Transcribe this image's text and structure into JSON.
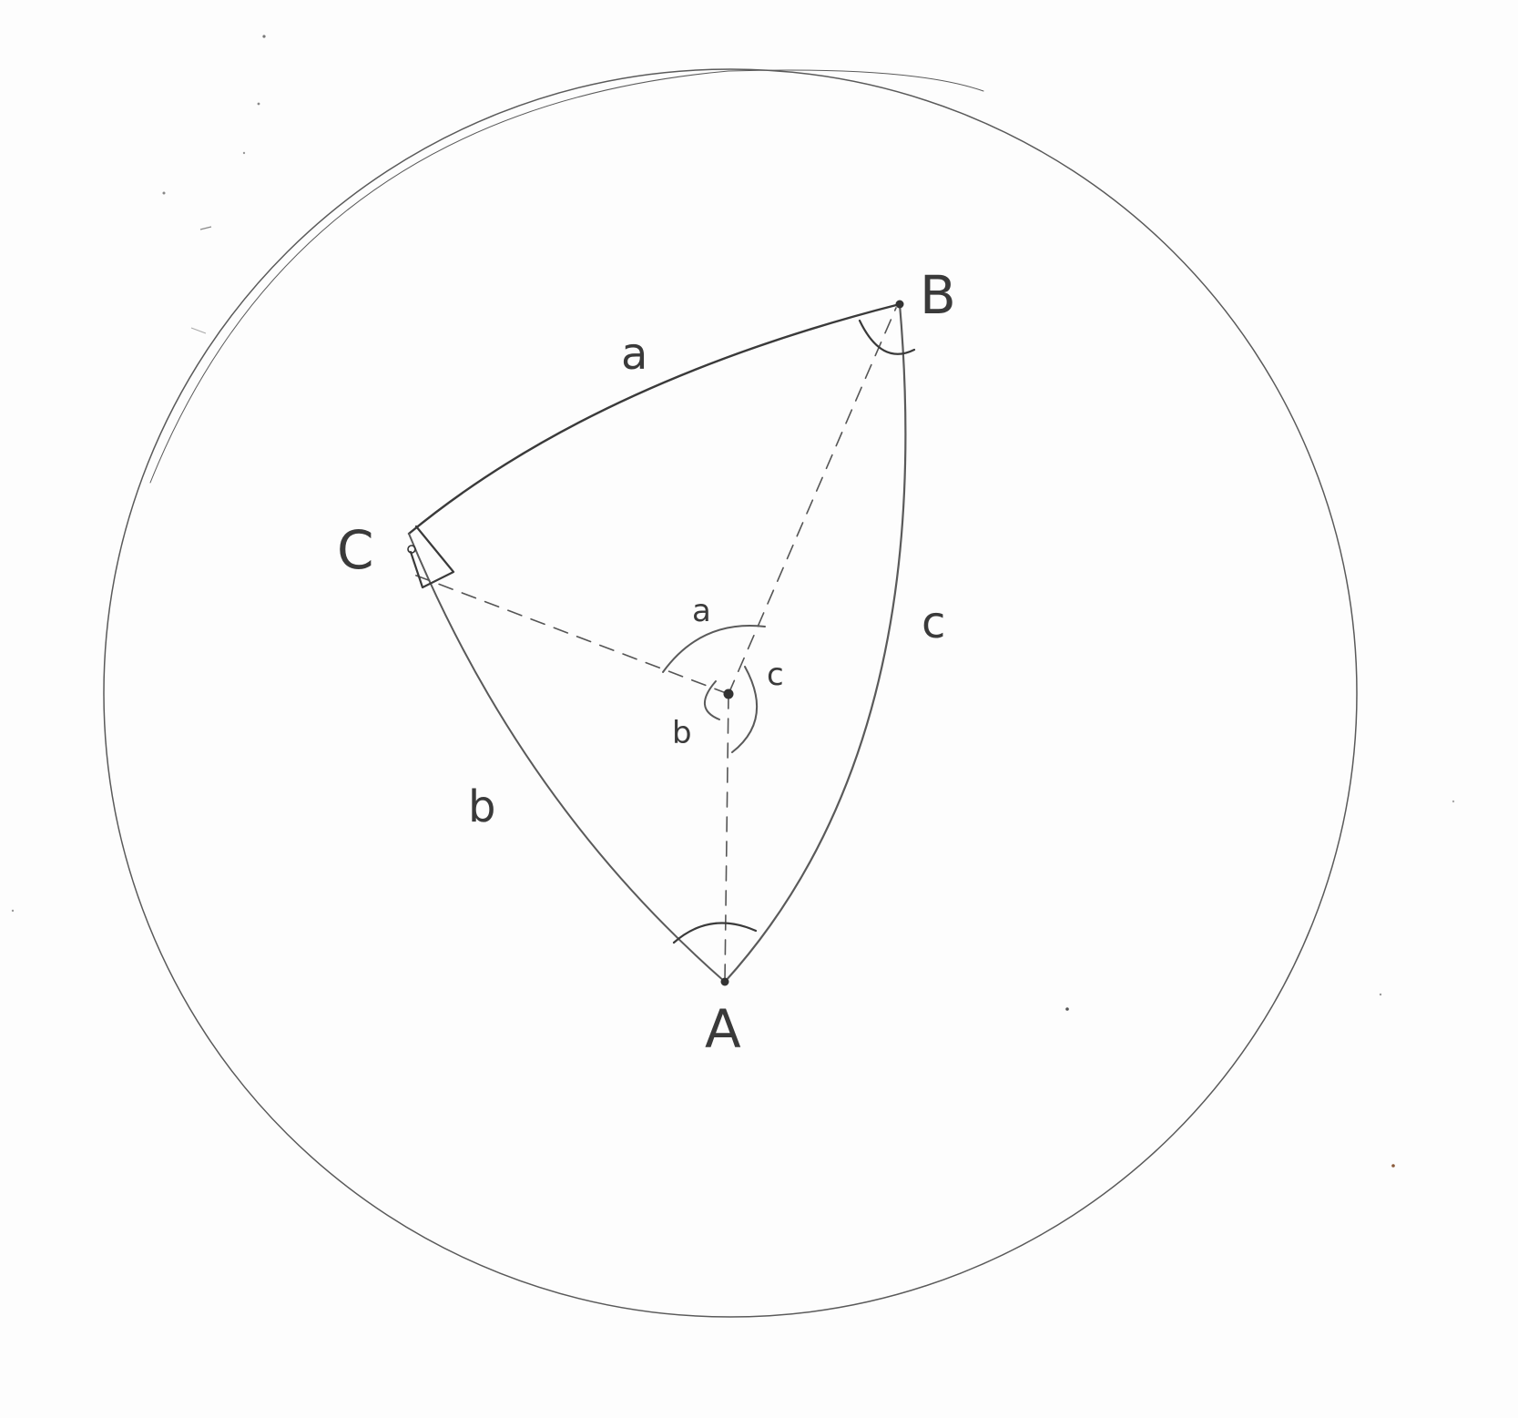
{
  "diagram": {
    "vertices": {
      "A": "A",
      "B": "B",
      "C": "C"
    },
    "sides": {
      "a": "a",
      "b": "b",
      "c": "c"
    },
    "center_angles": {
      "a": "a",
      "b": "b",
      "c": "c"
    },
    "right_angle_at": "C"
  }
}
